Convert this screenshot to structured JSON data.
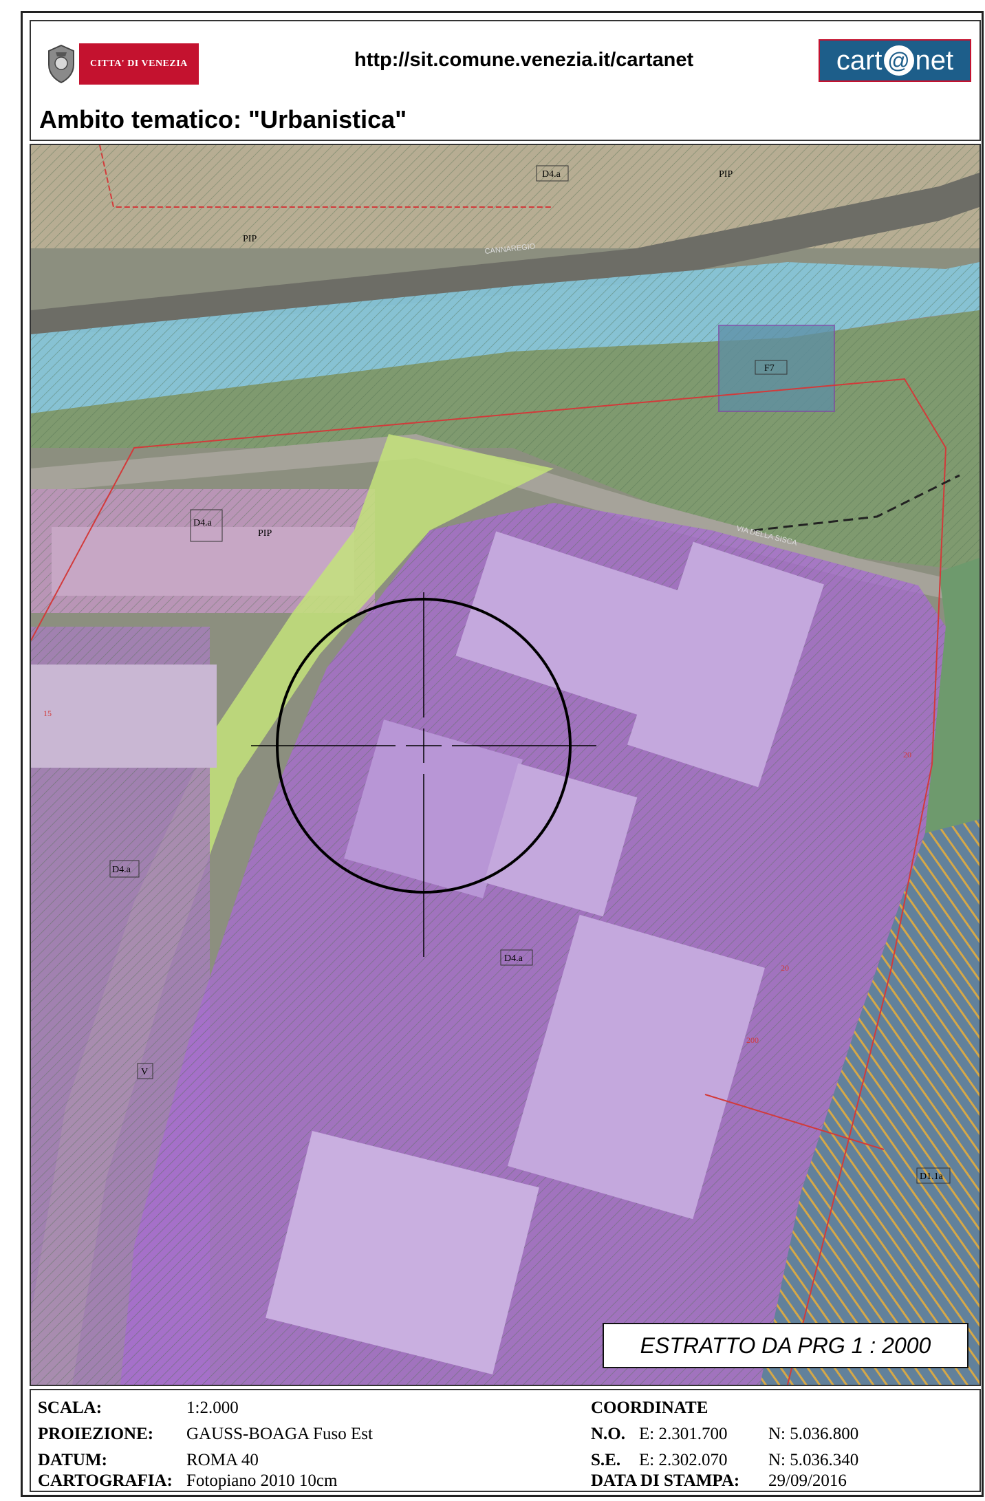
{
  "header": {
    "logo_text": "CITTA' DI VENEZIA",
    "url": "http://sit.comune.venezia.it/cartanet",
    "cartanet_pre": "cart",
    "cartanet_at": "@",
    "cartanet_post": "net",
    "title": "Ambito tematico: \"Urbanistica\""
  },
  "map": {
    "zone_labels": [
      "D4.a",
      "PIP",
      "PIP",
      "F7",
      "D4.a",
      "PIP",
      "D4.a",
      "D4.a",
      "V",
      "D1.1a"
    ],
    "road_labels": [
      "VIA DELLA SISCA",
      "CANNAREGIO",
      "15",
      "20",
      "20",
      "200"
    ],
    "extract_label": "ESTRATTO DA PRG 1 : 2000",
    "colors": {
      "zone_purple": "#a66bd0",
      "canal_blue": "#86c8dd",
      "green_buffer": "#c3e37a",
      "hatch_green": "#6c9a6e",
      "boundary_red": "#d23a3a",
      "rail_orange": "#f2b133"
    }
  },
  "info": {
    "scala_label": "SCALA:",
    "scala_value": "1:2.000",
    "proiezione_label": "PROIEZIONE:",
    "proiezione_value": "GAUSS-BOAGA Fuso Est",
    "datum_label": "DATUM:",
    "datum_value": "ROMA 40",
    "cartografia_label": "CARTOGRAFIA:",
    "cartografia_value": "Fotopiano 2010 10cm",
    "coordinate_label": "COORDINATE",
    "no_label": "N.O.",
    "no_e": "E: 2.301.700",
    "no_n": "N: 5.036.800",
    "se_label": "S.E.",
    "se_e": "E: 2.302.070",
    "se_n": "N: 5.036.340",
    "data_label": "DATA DI STAMPA:",
    "data_value": "29/09/2016"
  }
}
